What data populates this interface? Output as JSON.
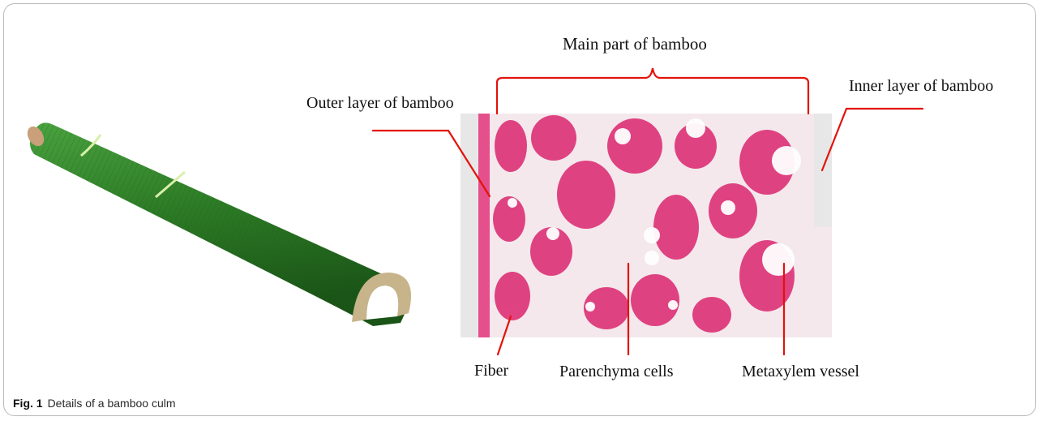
{
  "figure": {
    "caption_label": "Fig. 1",
    "caption_text": "Details of a bamboo culm"
  },
  "annotations": {
    "main_part": "Main part of bamboo",
    "outer_layer": "Outer layer of bamboo",
    "inner_layer": "Inner layer of bamboo",
    "fiber": "Fiber",
    "parenchyma": "Parenchyma cells",
    "metaxylem": "Metaxylem vessel"
  },
  "colors": {
    "leader_line": "#e3120b",
    "bamboo_green": "#2f7f2a",
    "stain_pink": "#e0307a",
    "frame_border": "#b9b9b9"
  }
}
